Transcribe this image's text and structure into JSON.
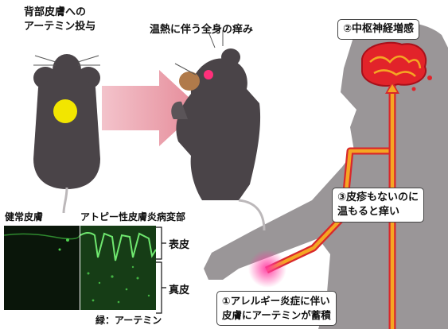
{
  "labels": {
    "injection_line1": "背部皮膚への",
    "injection_line2": "アーテミン投与",
    "warm_itch": "温熱に伴う全身の痒み",
    "healthy_skin": "健常皮膚",
    "atopic_skin": "アトピー性皮膚炎病変部",
    "epidermis": "表皮",
    "dermis": "真皮",
    "green_legend": "緑：アーテミン"
  },
  "callouts": {
    "c1_line1": "①アレルギー炎症に伴い",
    "c1_line2": "皮膚にアーテミンが蓄積",
    "c2": "②中枢神経増感",
    "c3_line1": "③皮疹もないのに",
    "c3_line2": "温もると痒い"
  },
  "colors": {
    "mouse": "#4a4448",
    "human_silhouette": "#9a9698",
    "arrow": "#e79aa6",
    "brain": "#e2232a",
    "nerve_fill": "#f5a623",
    "nerve_edge": "#d8282b",
    "injection_dot": "#f2e600",
    "fluor_green": "#4fd24f"
  }
}
